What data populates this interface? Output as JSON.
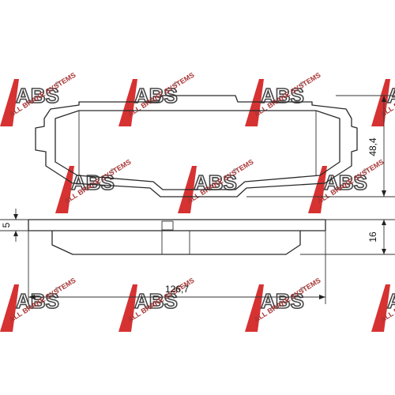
{
  "dimensions": {
    "height_pad": "48,4",
    "plate_thickness": "5",
    "total_thickness": "16",
    "length": "126,7"
  },
  "watermark": {
    "letters": "ABS",
    "slogan": "ALL BRAKE SYSTEMS",
    "registered_mark": "®",
    "triangle_color": "#d21c1c"
  }
}
